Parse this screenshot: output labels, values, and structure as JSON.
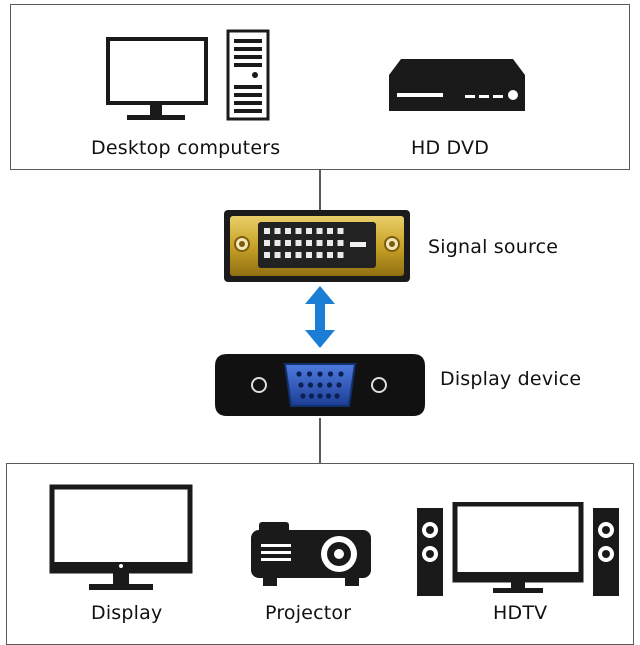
{
  "sources": [
    {
      "label": "Desktop computers",
      "icon": "desktop-computer-icon"
    },
    {
      "label": "HD DVD",
      "icon": "dvd-player-icon"
    }
  ],
  "connectors": {
    "signal_source_label": "Signal source",
    "display_device_label": "Display device",
    "arrow_icon": "bidirectional-arrow-icon",
    "arrow_color": "#1a7fd4",
    "dvi_gold": "#c9a227",
    "vga_blue": "#2b57b8"
  },
  "devices": [
    {
      "label": "Display",
      "icon": "monitor-icon"
    },
    {
      "label": "Projector",
      "icon": "projector-icon"
    },
    {
      "label": "HDTV",
      "icon": "hdtv-speakers-icon"
    }
  ]
}
